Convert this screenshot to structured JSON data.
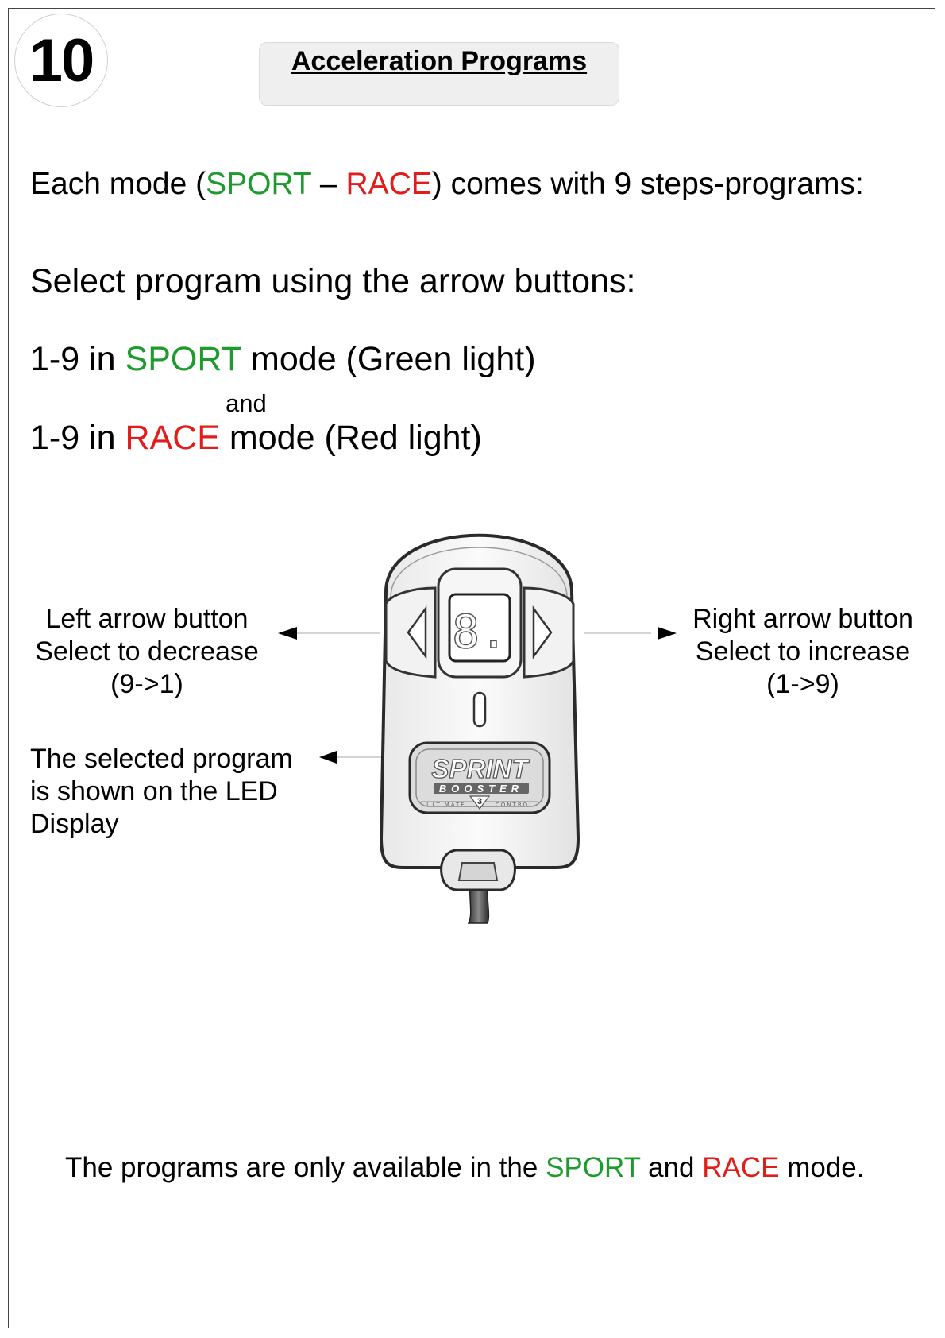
{
  "page": {
    "number": "10",
    "title": "Acceleration Programs"
  },
  "intro": {
    "prefix": "Each mode (",
    "sport": "SPORT",
    "dash": " – ",
    "race": "RACE",
    "suffix": ") comes with 9 steps-programs:"
  },
  "select": {
    "heading": "Select program using the arrow buttons:",
    "sport_line": {
      "prefix": "1-9 in ",
      "mode": "SPORT",
      "suffix": " mode (Green light)"
    },
    "and": "and",
    "race_line": {
      "prefix": "1-9 in ",
      "mode": "RACE",
      "suffix": " mode (Red light)"
    }
  },
  "callouts": {
    "left": [
      "Left arrow button",
      "Select to decrease",
      "(9->1)"
    ],
    "right": [
      "Right arrow button",
      "Select to increase",
      "(1->9)"
    ],
    "led": [
      "The selected program",
      "is shown on the LED",
      "Display"
    ]
  },
  "device": {
    "logo_main": "SPRINT",
    "logo_sub": "BOOSTER",
    "logo_version": "3",
    "logo_left": "ULTIMATE",
    "logo_right": "CONTROL",
    "display_digit": "8."
  },
  "footer": {
    "prefix": "The programs are only available in the ",
    "sport": "SPORT",
    "middle": " and ",
    "race": "RACE",
    "suffix": " mode."
  },
  "colors": {
    "sport": "#1f9a2f",
    "race": "#e21b1b"
  }
}
